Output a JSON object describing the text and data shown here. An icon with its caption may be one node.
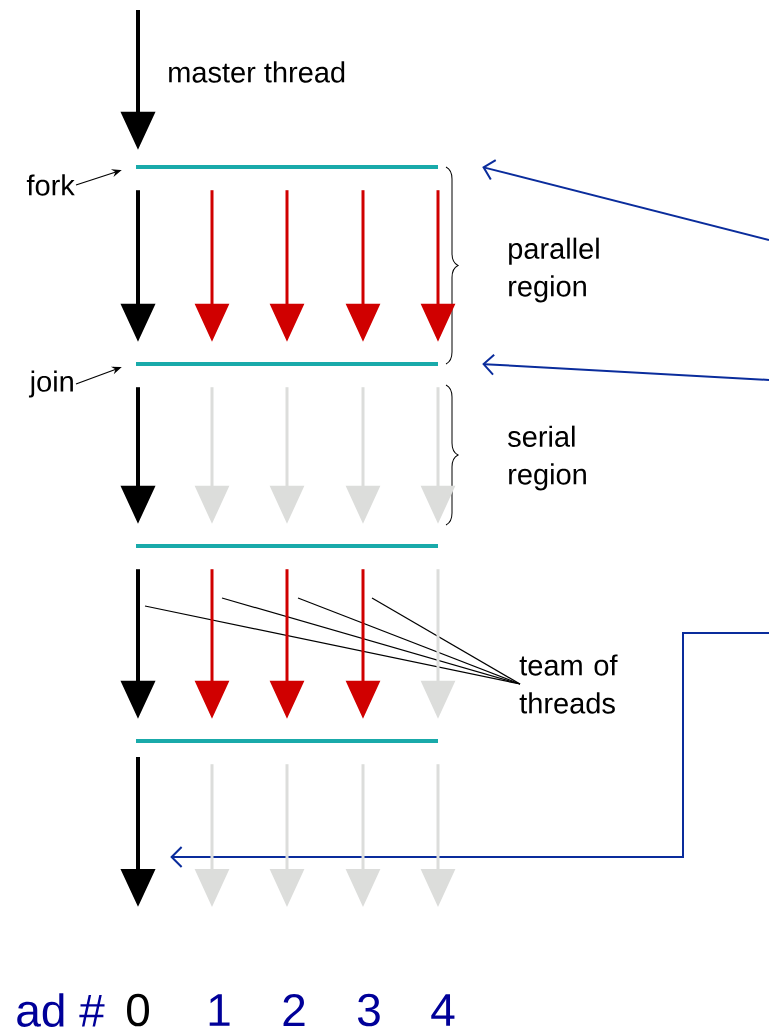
{
  "diagram": {
    "nodes": [
      {
        "text": [
          "fork"
        ]
      },
      {
        "text": [],
        "shape": "bar"
      },
      {
        "text": [
          "join"
        ]
      },
      {
        "text": [],
        "shape": "bar"
      },
      {
        "text": [],
        "shape": "bar"
      },
      {
        "text": [],
        "shape": "bar"
      },
      {
        "text": [
          "team of threads"
        ]
      },
      {
        "text": [],
        "shape": "arrow"
      }
    ],
    "edges": [
      {
        "from": 0,
        "to": 1,
        "arrow": "to"
      },
      {
        "from": 2,
        "to": 3,
        "arrow": "to"
      },
      {
        "from": 6,
        "to": null,
        "arrow": "none"
      },
      {
        "from": 6,
        "to": null,
        "arrow": "none"
      },
      {
        "from": 6,
        "to": null,
        "arrow": "none"
      },
      {
        "from": 6,
        "to": null,
        "arrow": "none"
      },
      {
        "from": null,
        "to": 1,
        "arrow": "to",
        "color": "#0a2c9c"
      },
      {
        "from": null,
        "to": 3,
        "arrow": "to",
        "color": "#0a2c9c"
      },
      {
        "from": null,
        "to": 7,
        "arrow": "to",
        "color": "#0a2c9c"
      },
      {
        "from": null,
        "to": 1,
        "arrow": "to"
      },
      {
        "from": 1,
        "to": 3,
        "arrow": "to"
      },
      {
        "from": 1,
        "to": 3,
        "arrow": "to",
        "color": "#d00000"
      },
      {
        "from": 1,
        "to": 3,
        "arrow": "to",
        "color": "#d00000"
      },
      {
        "from": 1,
        "to": 3,
        "arrow": "to",
        "color": "#d00000"
      },
      {
        "from": 1,
        "to": 3,
        "arrow": "to",
        "color": "#d00000"
      },
      {
        "from": 3,
        "to": 4,
        "arrow": "to"
      },
      {
        "from": 3,
        "to": 4,
        "arrow": "to",
        "color": "#dcdddb"
      },
      {
        "from": 3,
        "to": 4,
        "arrow": "to",
        "color": "#dcdddb"
      },
      {
        "from": 3,
        "to": 4,
        "arrow": "to",
        "color": "#dcdddb"
      },
      {
        "from": 3,
        "to": 4,
        "arrow": "to",
        "color": "#dcdddb"
      },
      {
        "from": 4,
        "to": 5,
        "arrow": "to"
      },
      {
        "from": 4,
        "to": 5,
        "arrow": "to",
        "color": "#d00000"
      },
      {
        "from": 4,
        "to": 5,
        "arrow": "to",
        "color": "#d00000"
      },
      {
        "from": 4,
        "to": 5,
        "arrow": "to",
        "color": "#d00000"
      },
      {
        "from": 4,
        "to": 5,
        "arrow": "to",
        "color": "#dcdddb"
      },
      {
        "from": 5,
        "to": null,
        "arrow": "to",
        "color": "#dcdddb"
      },
      {
        "from": 5,
        "to": null,
        "arrow": "to",
        "color": "#dcdddb"
      },
      {
        "from": 5,
        "to": null,
        "arrow": "to",
        "color": "#dcdddb"
      },
      {
        "from": 5,
        "to": null,
        "arrow": "to",
        "color": "#dcdddb"
      }
    ],
    "labels": [
      "master thread",
      "parallel region",
      "serial region",
      "ad #",
      "0",
      "1",
      "2",
      "3",
      "4"
    ]
  }
}
